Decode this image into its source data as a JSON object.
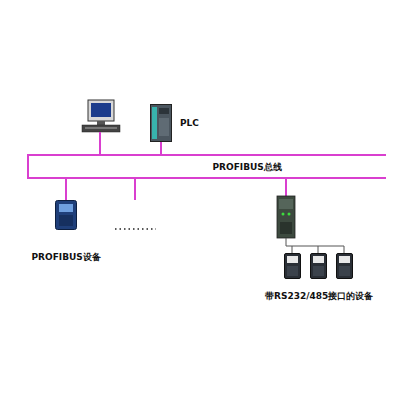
{
  "diagram": {
    "nodes": [
      {
        "text": [
          "PLC"
        ]
      },
      {
        "text": [
          "PROFIBUS总线"
        ]
      },
      {
        "text": [
          "PROFIBUS设备"
        ]
      },
      {
        "text": [
          "带RS232/485接口的设备"
        ]
      }
    ],
    "edges": [
      {
        "from": 0,
        "to": 1,
        "arrow": "none"
      },
      {
        "from": 1,
        "to": 2,
        "arrow": "none"
      }
    ]
  }
}
